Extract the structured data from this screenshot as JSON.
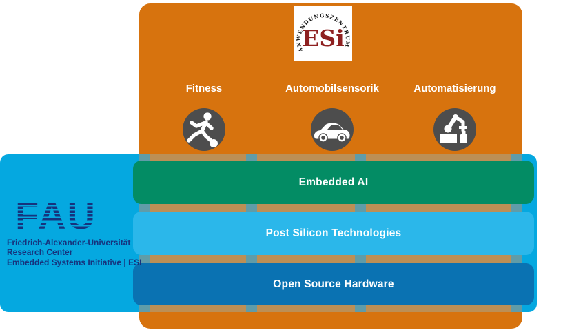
{
  "diagram": {
    "logo": {
      "arc_text": "ANWENDUNGSZENTRUM",
      "wordmark": "ESi"
    },
    "application_domains": [
      {
        "label": "Fitness",
        "icon": "soccer-player-icon"
      },
      {
        "label": "Automobilsensorik",
        "icon": "car-icon"
      },
      {
        "label": "Automatisierung",
        "icon": "robot-arm-icon"
      }
    ],
    "technology_layers": [
      {
        "label": "Embedded AI",
        "color": "#038C64"
      },
      {
        "label": "Post Silicon Technologies",
        "color": "#2BB7EA"
      },
      {
        "label": "Open Source Hardware",
        "color": "#0A72B2"
      }
    ],
    "institute": {
      "logo_text": "FAU",
      "lines": [
        "Friedrich-Alexander-Universität",
        "Research Center",
        "Embedded Systems Initiative | ESI"
      ]
    },
    "colors": {
      "domains_panel": "#D7730E",
      "research_panel": "#05A8E0",
      "overlap_band": "#BC8F55",
      "band_notch": "#609CA8",
      "icon_circle": "#4D4D4D",
      "fau_navy": "#16337D",
      "esi_maroon": "#8E2020"
    }
  }
}
